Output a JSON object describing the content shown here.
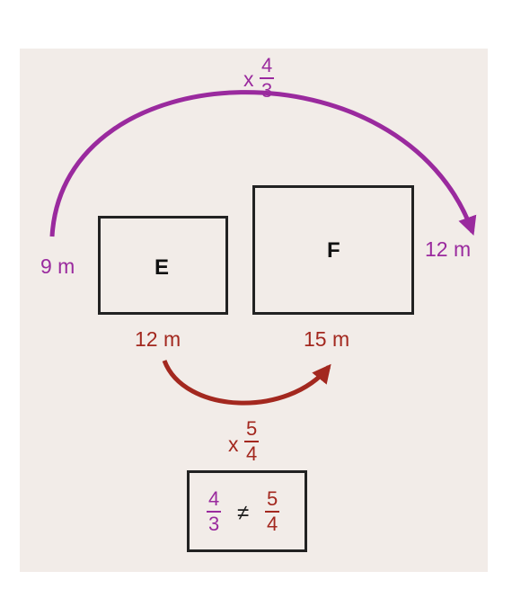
{
  "shapes": {
    "E": {
      "label": "E",
      "height": "9 m",
      "width": "12 m"
    },
    "F": {
      "label": "F",
      "height": "12 m",
      "width": "15 m"
    }
  },
  "scale_height": {
    "times": "x",
    "num": "4",
    "den": "3"
  },
  "scale_width": {
    "times": "x",
    "num": "5",
    "den": "4"
  },
  "comparison": {
    "left_num": "4",
    "left_den": "3",
    "symbol": "≠",
    "right_num": "5",
    "right_den": "4"
  },
  "colors": {
    "purple": "#9a2a9e",
    "red": "#a3281f",
    "panel": "#f2ece8"
  }
}
